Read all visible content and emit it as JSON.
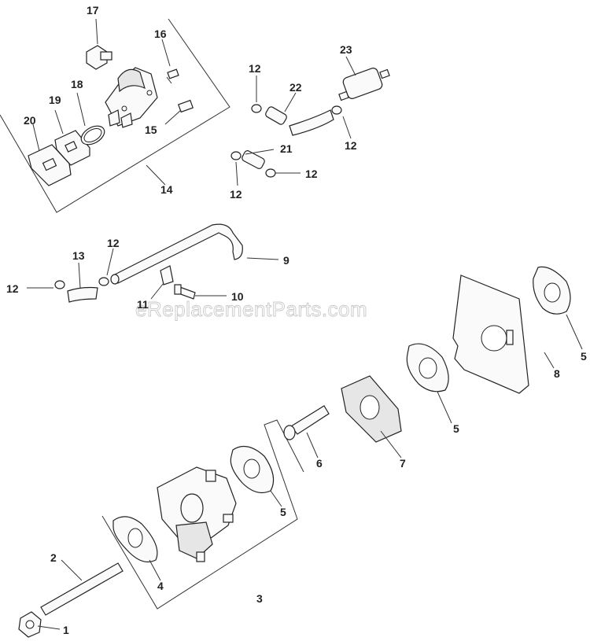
{
  "watermark": "eReplacementParts.com",
  "callouts": {
    "c1": "1",
    "c2": "2",
    "c3": "3",
    "c4": "4",
    "c5a": "5",
    "c5b": "5",
    "c5c": "5",
    "c6": "6",
    "c7": "7",
    "c8": "8",
    "c9": "9",
    "c10": "10",
    "c11": "11",
    "c12a": "12",
    "c12b": "12",
    "c12c": "12",
    "c12d": "12",
    "c12e": "12",
    "c12f": "12",
    "c13": "13",
    "c14": "14",
    "c15": "15",
    "c16": "16",
    "c17": "17",
    "c18": "18",
    "c19": "19",
    "c20": "20",
    "c21": "21",
    "c22": "22",
    "c23": "23"
  }
}
